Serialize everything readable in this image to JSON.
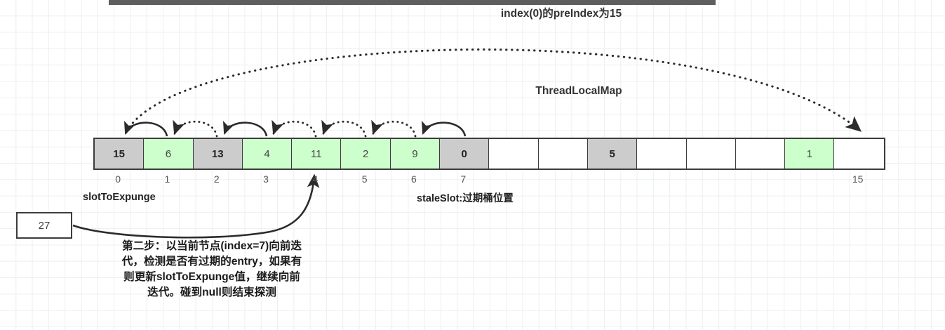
{
  "diagram": {
    "title": "index(0)的preIndex为15",
    "structure_label": "ThreadLocalMap",
    "slot_to_expunge_label": "slotToExpunge",
    "stale_slot_label": "staleSlot:过期桶位置",
    "side_box_value": "27",
    "caption_lines": [
      "第二步：以当前节点(index=7)向前迭",
      "代，检测是否有过期的entry，如果有",
      "则更新slotToExpunge值，继续向前",
      "迭代。碰到null则结束探测"
    ]
  },
  "array": {
    "length": 16,
    "cells": [
      {
        "index": 0,
        "value": "15",
        "state": "stale"
      },
      {
        "index": 1,
        "value": "6",
        "state": "live"
      },
      {
        "index": 2,
        "value": "13",
        "state": "stale"
      },
      {
        "index": 3,
        "value": "4",
        "state": "live"
      },
      {
        "index": 4,
        "value": "11",
        "state": "live"
      },
      {
        "index": 5,
        "value": "2",
        "state": "live"
      },
      {
        "index": 6,
        "value": "9",
        "state": "live"
      },
      {
        "index": 7,
        "value": "0",
        "state": "stale"
      },
      {
        "index": 8,
        "value": "",
        "state": "empty"
      },
      {
        "index": 9,
        "value": "",
        "state": "empty"
      },
      {
        "index": 10,
        "value": "5",
        "state": "stale"
      },
      {
        "index": 11,
        "value": "",
        "state": "empty"
      },
      {
        "index": 12,
        "value": "",
        "state": "empty"
      },
      {
        "index": 13,
        "value": "",
        "state": "empty"
      },
      {
        "index": 14,
        "value": "1",
        "state": "live"
      },
      {
        "index": 15,
        "value": "",
        "state": "empty"
      }
    ],
    "tick_labels": [
      "0",
      "1",
      "2",
      "3",
      "4",
      "5",
      "6",
      "7",
      "15"
    ],
    "tick_indices": [
      0,
      1,
      2,
      3,
      4,
      5,
      6,
      7,
      15
    ]
  },
  "arrows": [
    {
      "name": "arc-1-to-0",
      "from": 1,
      "to": 0,
      "style": "solid"
    },
    {
      "name": "arc-2-to-1",
      "from": 2,
      "to": 1,
      "style": "dotted"
    },
    {
      "name": "arc-3-to-2",
      "from": 3,
      "to": 2,
      "style": "solid"
    },
    {
      "name": "arc-4-to-3",
      "from": 4,
      "to": 3,
      "style": "dotted"
    },
    {
      "name": "arc-5-to-4",
      "from": 5,
      "to": 4,
      "style": "dotted"
    },
    {
      "name": "arc-6-to-5",
      "from": 6,
      "to": 5,
      "style": "dotted"
    },
    {
      "name": "arc-7-to-6",
      "from": 7,
      "to": 6,
      "style": "solid"
    },
    {
      "name": "arc-0-to-15",
      "from": 0,
      "to": 15,
      "style": "dotted"
    }
  ],
  "colors": {
    "stale_cell": "#cccccc",
    "live_cell": "#ccffcc",
    "empty_cell": "#ffffff",
    "border": "#3c3c3c",
    "grid": "#eceff1",
    "topbar": "#5e5e5e",
    "text": "#333333"
  }
}
